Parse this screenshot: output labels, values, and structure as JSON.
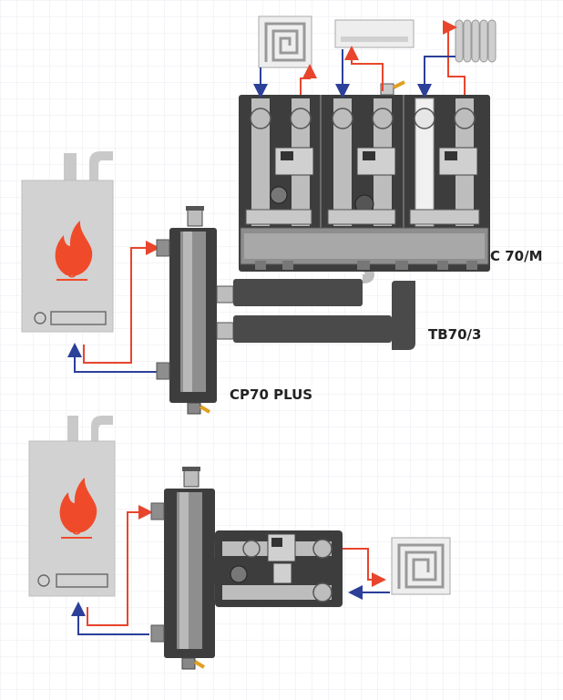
{
  "labels": {
    "manifold": "C 70/M",
    "pipe_kit": "TB70/3",
    "separator": "CP70 PLUS"
  },
  "colors": {
    "background": "#ffffff",
    "grid": "#e7e9ef",
    "supply_flow": "#e8452c",
    "return_flow": "#2c3f99",
    "boiler_body": "#d2d2d2",
    "flame": "#ef4b2a",
    "dark_housing": "#3d3d3d",
    "insulation": "#4a4a4a"
  },
  "icons": {
    "boiler": "wall-boiler-icon",
    "flame": "flame-icon",
    "underfloor": "underfloor-heating-coil-icon",
    "fancoil": "fancoil-unit-icon",
    "radiator": "radiator-icon",
    "pump": "circulator-pump-icon",
    "valve": "ball-valve-icon",
    "air_vent": "air-vent-icon",
    "drain": "drain-valve-icon"
  }
}
